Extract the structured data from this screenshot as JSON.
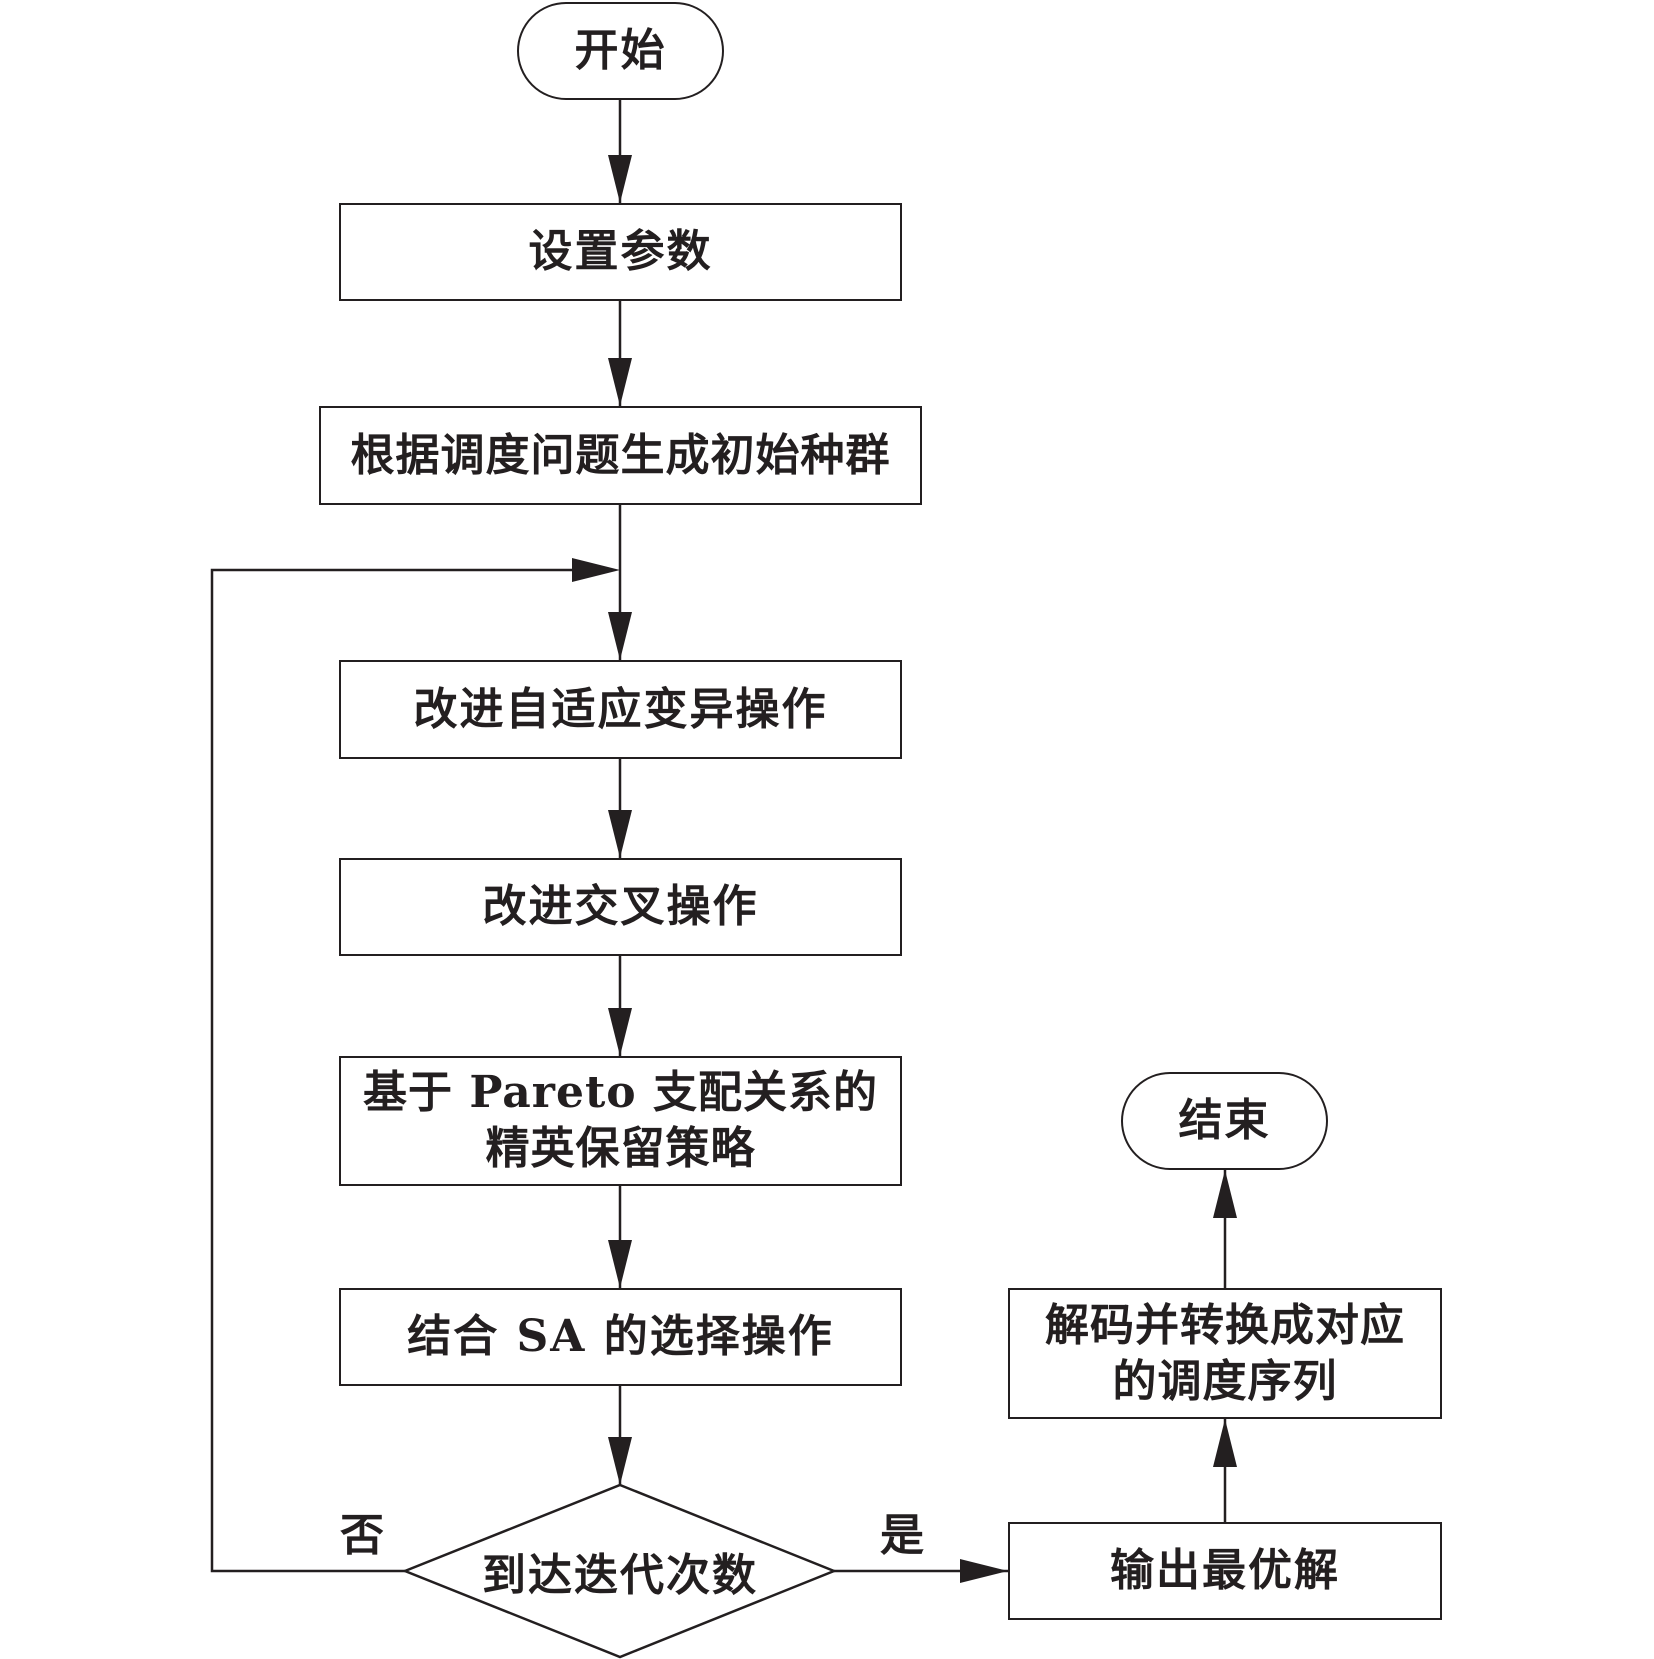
{
  "diagram": {
    "start": "开始",
    "steps": {
      "set_params": "设置参数",
      "init_population": "根据调度问题生成初始种群",
      "mutation": "改进自适应变异操作",
      "crossover": "改进交叉操作",
      "elitism_line1": "基于 Pareto 支配关系的",
      "elitism_line2": "精英保留策略",
      "selection": "结合 SA 的选择操作",
      "output_best": "输出最优解",
      "decode_line1": "解码并转换成对应",
      "decode_line2": "的调度序列"
    },
    "decision": "到达迭代次数",
    "branch_no": "否",
    "branch_yes": "是",
    "end": "结束"
  }
}
